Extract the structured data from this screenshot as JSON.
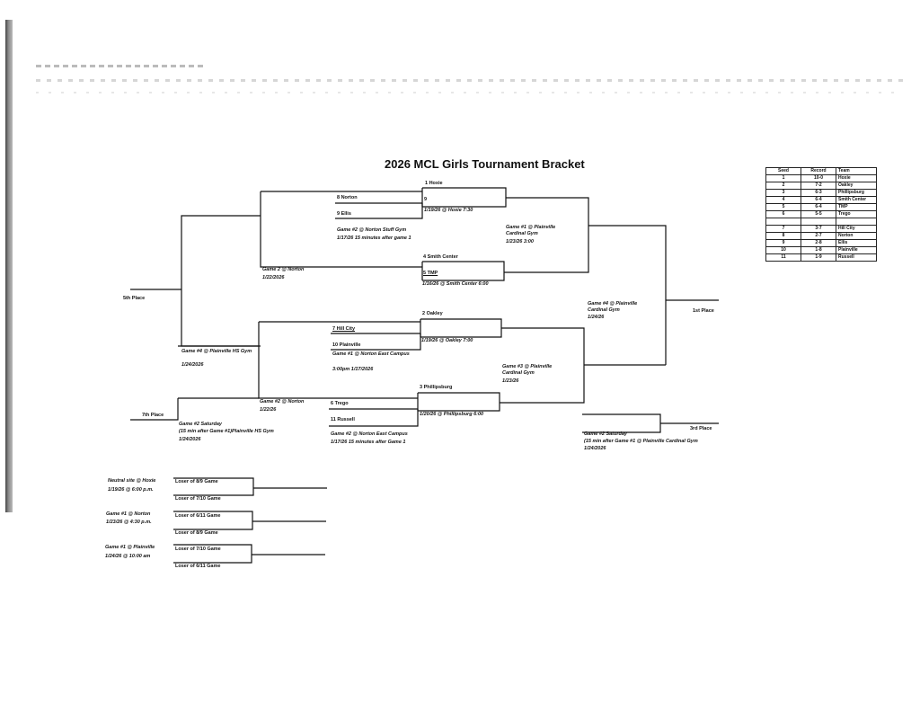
{
  "title": "2026 MCL Girls Tournament Bracket",
  "table": {
    "headers": {
      "seed": "Seed",
      "record": "Record",
      "team": "Team"
    },
    "rows": [
      {
        "seed": "1",
        "record": "10-0",
        "team": "Hoxie"
      },
      {
        "seed": "2",
        "record": "7-2",
        "team": "Oakley"
      },
      {
        "seed": "3",
        "record": "6-3",
        "team": "Phillipsburg"
      },
      {
        "seed": "4",
        "record": "6-4",
        "team": "Smith Center"
      },
      {
        "seed": "5",
        "record": "6-4",
        "team": "TMP"
      },
      {
        "seed": "6",
        "record": "5-5",
        "team": "Trego"
      },
      {
        "seed": "7",
        "record": "3-7",
        "team": "Hill City"
      },
      {
        "seed": "8",
        "record": "2-7",
        "team": "Norton"
      },
      {
        "seed": "9",
        "record": "2-8",
        "team": "Ellis"
      },
      {
        "seed": "10",
        "record": "1-8",
        "team": "Plainville"
      },
      {
        "seed": "11",
        "record": "1-9",
        "team": "Russell"
      }
    ]
  },
  "bracket": {
    "hoxie": "1 Hoxie",
    "norton": "8 Norton",
    "ellis": "9 Ellis",
    "slot_9": "9",
    "g_hoxie": "1/19/26 @ Hoxie 7:30",
    "g_norton_stuff_1": "Game #2 @ Norton Stuff Gym",
    "g_norton_stuff_2": "1/17/26  15 minutes after game 1",
    "g_plainville_semi1_1": "Game #1 @ Plainville",
    "g_plainville_semi1_2": "Cardinal Gym",
    "g_plainville_semi1_3": "1/23/26 3:00",
    "smith_center": "4 Smith Center",
    "tmp": "5 TMP",
    "g_smith": "1/16/26 @ Smith Center 6:00",
    "g2_norton_1": "Game 2 @ Norton",
    "g2_norton_2": "1/22/2026",
    "fifth_place": "5th Place",
    "oakley": "2 Oakley",
    "hill_city": "7  Hill City",
    "g_oakley": "1/19/26 @ Oakley 7:00",
    "plainville": "10 Plainville",
    "g_norton_east_1": "Game #1 @ Norton East Campus",
    "g_norton_east_2": "3:00pm 1/17/2026",
    "g4_plainville_hs_1": "Game #4 @  Plainville HS Gym",
    "g4_plainville_hs_2": "1/24/2026",
    "g3_plainville_1": "Game #3 @ Plainville",
    "g3_plainville_2": "Cardinal Gym",
    "g3_plainville_3": "1/23/26",
    "champ_1": "Game #4 @ Plainville",
    "champ_2": "Cardinal Gym",
    "champ_3": "1/24/26",
    "first_place": "1st Place",
    "phillipsburg": "3 Phillipsburg",
    "g_phillipsburg": "1/20/26 @ Phillipsburg 6:00",
    "trego": "6 Trego",
    "russell": "11 Russell",
    "g2_norton_b_1": "Game #2 @ Norton",
    "g2_norton_b_2": "1/22/26",
    "g_norton_east_b_1": "Game #2 @ Norton East Campus",
    "g_norton_east_b_2": "1/17/26 15 minutes after Game 1",
    "seventh_place": "7th Place",
    "seventh_game_1": "Game #2 Saturday",
    "seventh_game_2": "(15 min after Game #1)Plainville HS Gym",
    "seventh_game_3": "1/24/2026",
    "third_place": "3rd Place",
    "third_game_1": "Game #2 Saturday",
    "third_game_2": "(15 min after Game #1 @ Plainville Cardinal Gym",
    "third_game_3": "1/24/2026"
  },
  "consolation": [
    {
      "site_1": "Neutral site @ Hoxie",
      "site_2": "1/19/26  @ 6:00 p.m.",
      "top": "Loser of 8/9 Game",
      "bottom": "Loser of 7/10 Game"
    },
    {
      "site_1": "Game #1 @ Norton",
      "site_2": "1/23/26  @ 4:30 p.m.",
      "top": "Loser of 6/11 Game",
      "bottom": "Loser of 8/9 Game"
    },
    {
      "site_1": "Game #1 @ Plainville",
      "site_2": "1/24/26 @ 10:00 am",
      "top": "Loser of 7/10 Game",
      "bottom": "Loser of 6/11 Game"
    }
  ]
}
